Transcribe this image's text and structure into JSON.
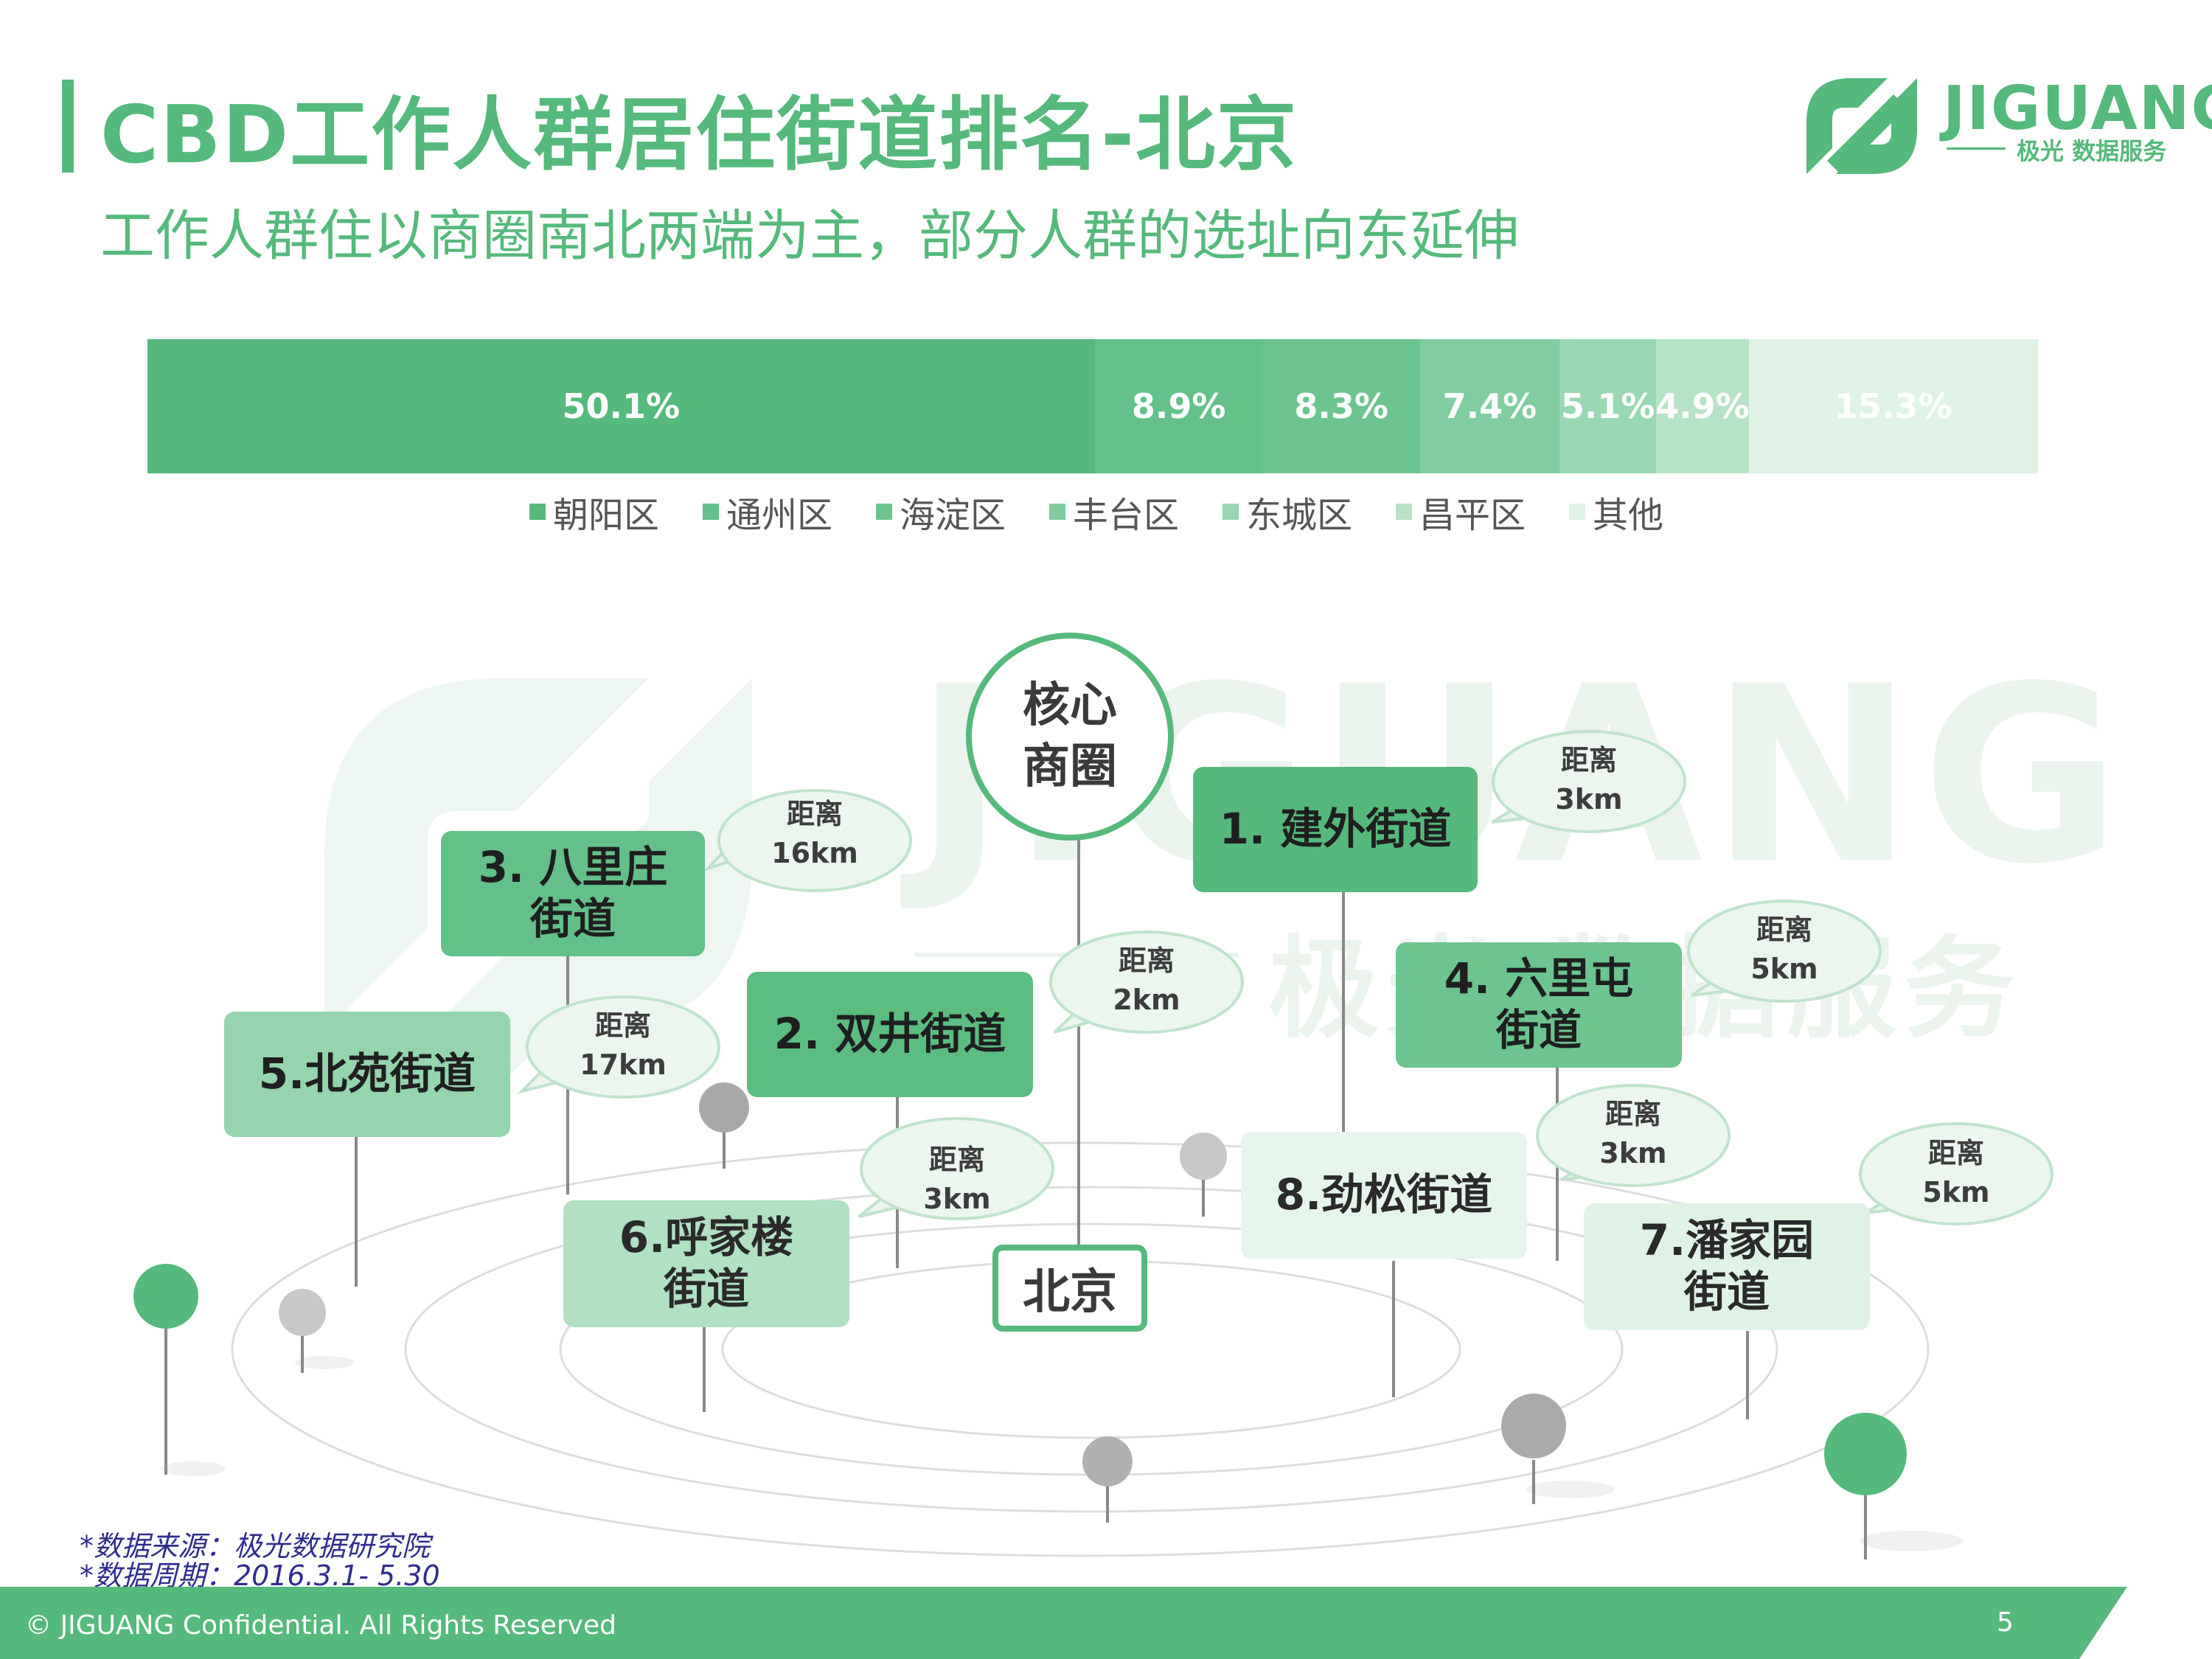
{
  "header": {
    "title": "CBD工作人群居住街道排名-北京",
    "subtitle": "工作人群住以商圈南北两端为主，部分人群的选址向东延伸"
  },
  "logo": {
    "wordmark": "JIGUANG",
    "tagline": "极光 数据服务",
    "color": "#55b97b"
  },
  "watermark": {
    "wordmark": "JIGUANG",
    "tagline": "极光 数据服务"
  },
  "chart_data": {
    "type": "bar",
    "orientation": "horizontal-stacked-100",
    "categories": [
      "朝阳区",
      "通州区",
      "海淀区",
      "丰台区",
      "东城区",
      "昌平区",
      "其他"
    ],
    "values": [
      50.1,
      8.9,
      8.3,
      7.4,
      5.1,
      4.9,
      15.3
    ],
    "labels": [
      "50.1%",
      "8.9%",
      "8.3%",
      "7.4%",
      "5.1%",
      "4.9%",
      "15.3%"
    ],
    "colors": [
      "#55b97b",
      "#63c088",
      "#6cc48f",
      "#80cda0",
      "#98d7b1",
      "#b6e3c6",
      "#dff2e6"
    ],
    "legend_position": "bottom",
    "grid": false
  },
  "map": {
    "core": "核心\n商圈",
    "city": "北京",
    "streets": [
      {
        "rank": 1,
        "label": "1. 建外街道",
        "distance": "距离\n3km",
        "fill": "#55b97b",
        "text_color": "#1f1f1f"
      },
      {
        "rank": 2,
        "label": "2. 双井街道",
        "distance": "距离\n2km",
        "fill": "#5cbd81",
        "text_color": "#1f1f1f"
      },
      {
        "rank": 3,
        "label": "3. 八里庄\n街道",
        "distance": "距离\n16km",
        "fill": "#63c088",
        "text_color": "#1f1f1f"
      },
      {
        "rank": 4,
        "label": "4. 六里屯\n街道",
        "distance": "距离\n5km",
        "fill": "#6cc48f",
        "text_color": "#1f1f1f"
      },
      {
        "rank": 5,
        "label": "5.北苑街道",
        "distance": "距离\n17km",
        "fill": "#95d4ad",
        "text_color": "#1f1f1f"
      },
      {
        "rank": 6,
        "label": "6.呼家楼\n街道",
        "distance": "距离\n3km",
        "fill": "#b1e0c2",
        "text_color": "#2a2a2a"
      },
      {
        "rank": 7,
        "label": "7.潘家园\n街道",
        "distance": "距离\n5km",
        "fill": "#dff2e6",
        "text_color": "#2a2a2a"
      },
      {
        "rank": 8,
        "label": "8.劲松街道",
        "distance": "距离\n3km",
        "fill": "#e6f5eb",
        "text_color": "#2a2a2a"
      }
    ]
  },
  "notes": {
    "source": "*数据来源：极光数据研究院",
    "period": "*数据周期：2016.3.1- 5.30"
  },
  "footer": {
    "copyright": "© JIGUANG Confidential. All Rights Reserved",
    "page": "5"
  }
}
